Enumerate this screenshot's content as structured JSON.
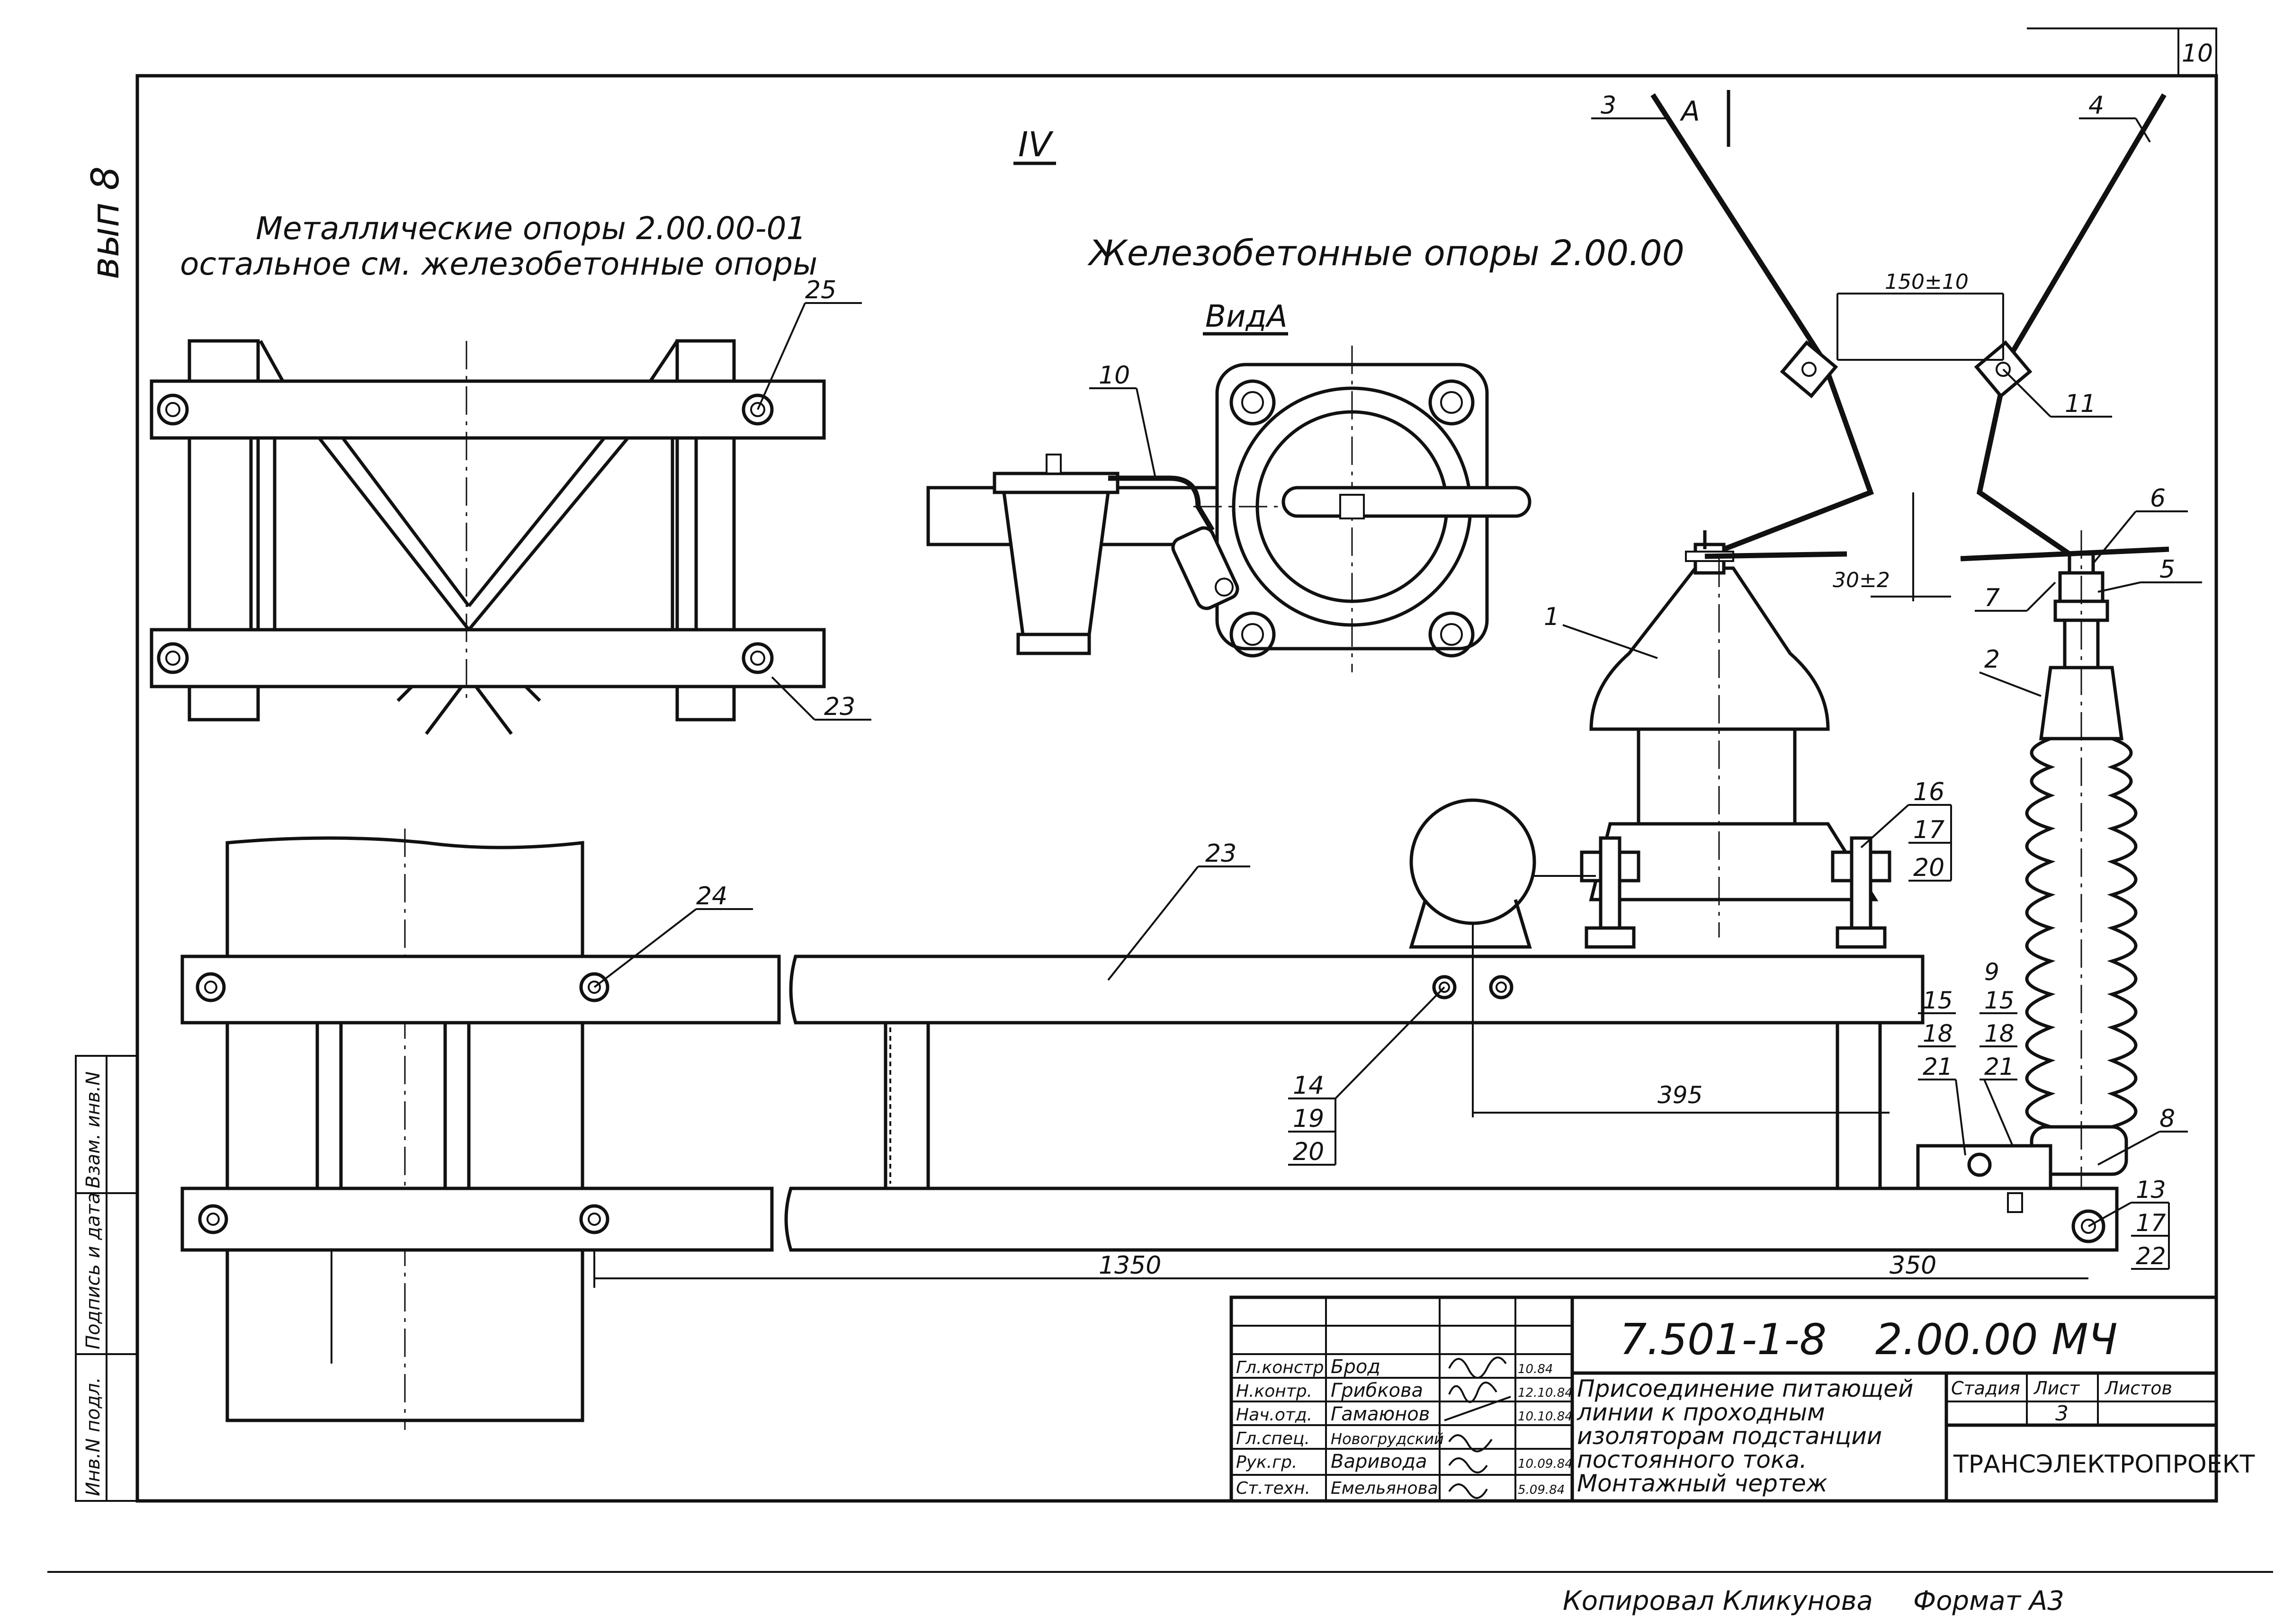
{
  "page": {
    "page_number": "10",
    "side_note": "вып 8",
    "section_mark": "IV"
  },
  "headings": {
    "metal": "Металлические опоры 2.00.00-01",
    "metal_sub": "остальное см. железобетонные опоры",
    "concrete": "Железобетонные опоры 2.00.00",
    "view_a": "ВидА",
    "section_a": "А"
  },
  "callouts": {
    "c1": "1",
    "c2": "2",
    "c3": "3",
    "c4": "4",
    "c5": "5",
    "c6": "6",
    "c7": "7",
    "c8": "8",
    "c10": "10",
    "c11": "11",
    "c23a": "23",
    "c23b": "23",
    "c24": "24",
    "c25": "25",
    "g16": [
      "16",
      "17",
      "20"
    ],
    "g14": [
      "14",
      "19",
      "20"
    ],
    "g9": [
      "9",
      "15",
      "18",
      "21"
    ],
    "g15": [
      "15",
      "18",
      "21"
    ],
    "g13": [
      "13",
      "17",
      "22"
    ]
  },
  "dimensions": {
    "d150": "150±10",
    "d30": "30±2",
    "d395": "395",
    "d1350": "1350",
    "d350": "350"
  },
  "left_margin": {
    "f1": "Инв.N подл.",
    "f2": "Подпись и дата",
    "f3": "Взам. инв.N"
  },
  "title_block": {
    "code_series": "7.501-1-8",
    "code_doc": "2.00.00 МЧ",
    "title_lines": [
      "Присоединение питающей",
      "линии к проходным",
      "изоляторам подстанции",
      "постоянного тока.",
      "Монтажный чертеж"
    ],
    "stage_label": "Стадия",
    "sheet_label": "Лист",
    "sheets_label": "Листов",
    "sheet_value": "3",
    "organization": "ТРАНСЭЛЕКТРОПРОЕКТ",
    "people": [
      {
        "role": "Гл.констр.",
        "name": "Брод",
        "date": "10.84"
      },
      {
        "role": "Н.контр.",
        "name": "Грибкова",
        "date": "12.10.84"
      },
      {
        "role": "Нач.отд.",
        "name": "Гамаюнов",
        "date": "10.10.84"
      },
      {
        "role": "Гл.спец.",
        "name": "Новогрудский",
        "date": ""
      },
      {
        "role": "Рук.гр.",
        "name": "Варивода",
        "date": "10.09.84"
      },
      {
        "role": "Ст.техн.",
        "name": "Емельянова",
        "date": "5.09.84"
      }
    ]
  },
  "footer": {
    "copied": "Копировал Кликунова",
    "format": "Формат А3"
  }
}
